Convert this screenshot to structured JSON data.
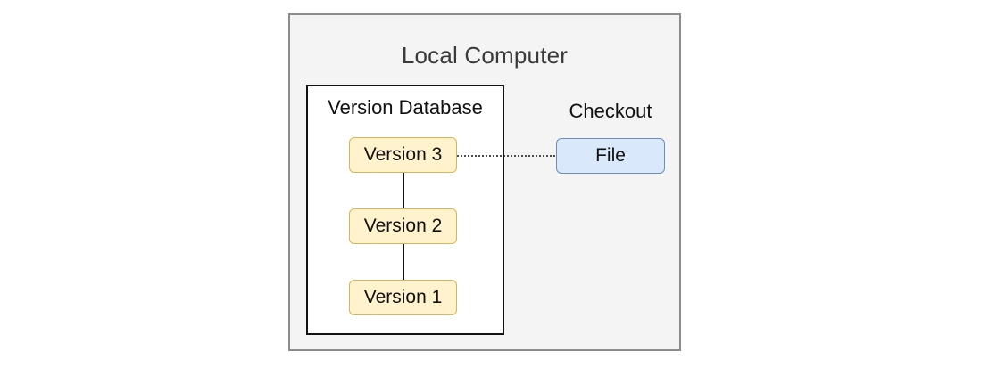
{
  "diagram": {
    "container": {
      "title": "Local Computer"
    },
    "database": {
      "title": "Version Database",
      "versions": [
        {
          "label": "Version 3"
        },
        {
          "label": "Version 2"
        },
        {
          "label": "Version 1"
        }
      ]
    },
    "checkout": {
      "label": "Checkout",
      "file_label": "File"
    },
    "colors": {
      "container_fill": "#f4f4f4",
      "container_border": "#8c8c8c",
      "version_fill": "#fff2cc",
      "version_border": "#d6b656",
      "file_fill": "#dae8fc",
      "file_border": "#6c8ebf"
    }
  }
}
